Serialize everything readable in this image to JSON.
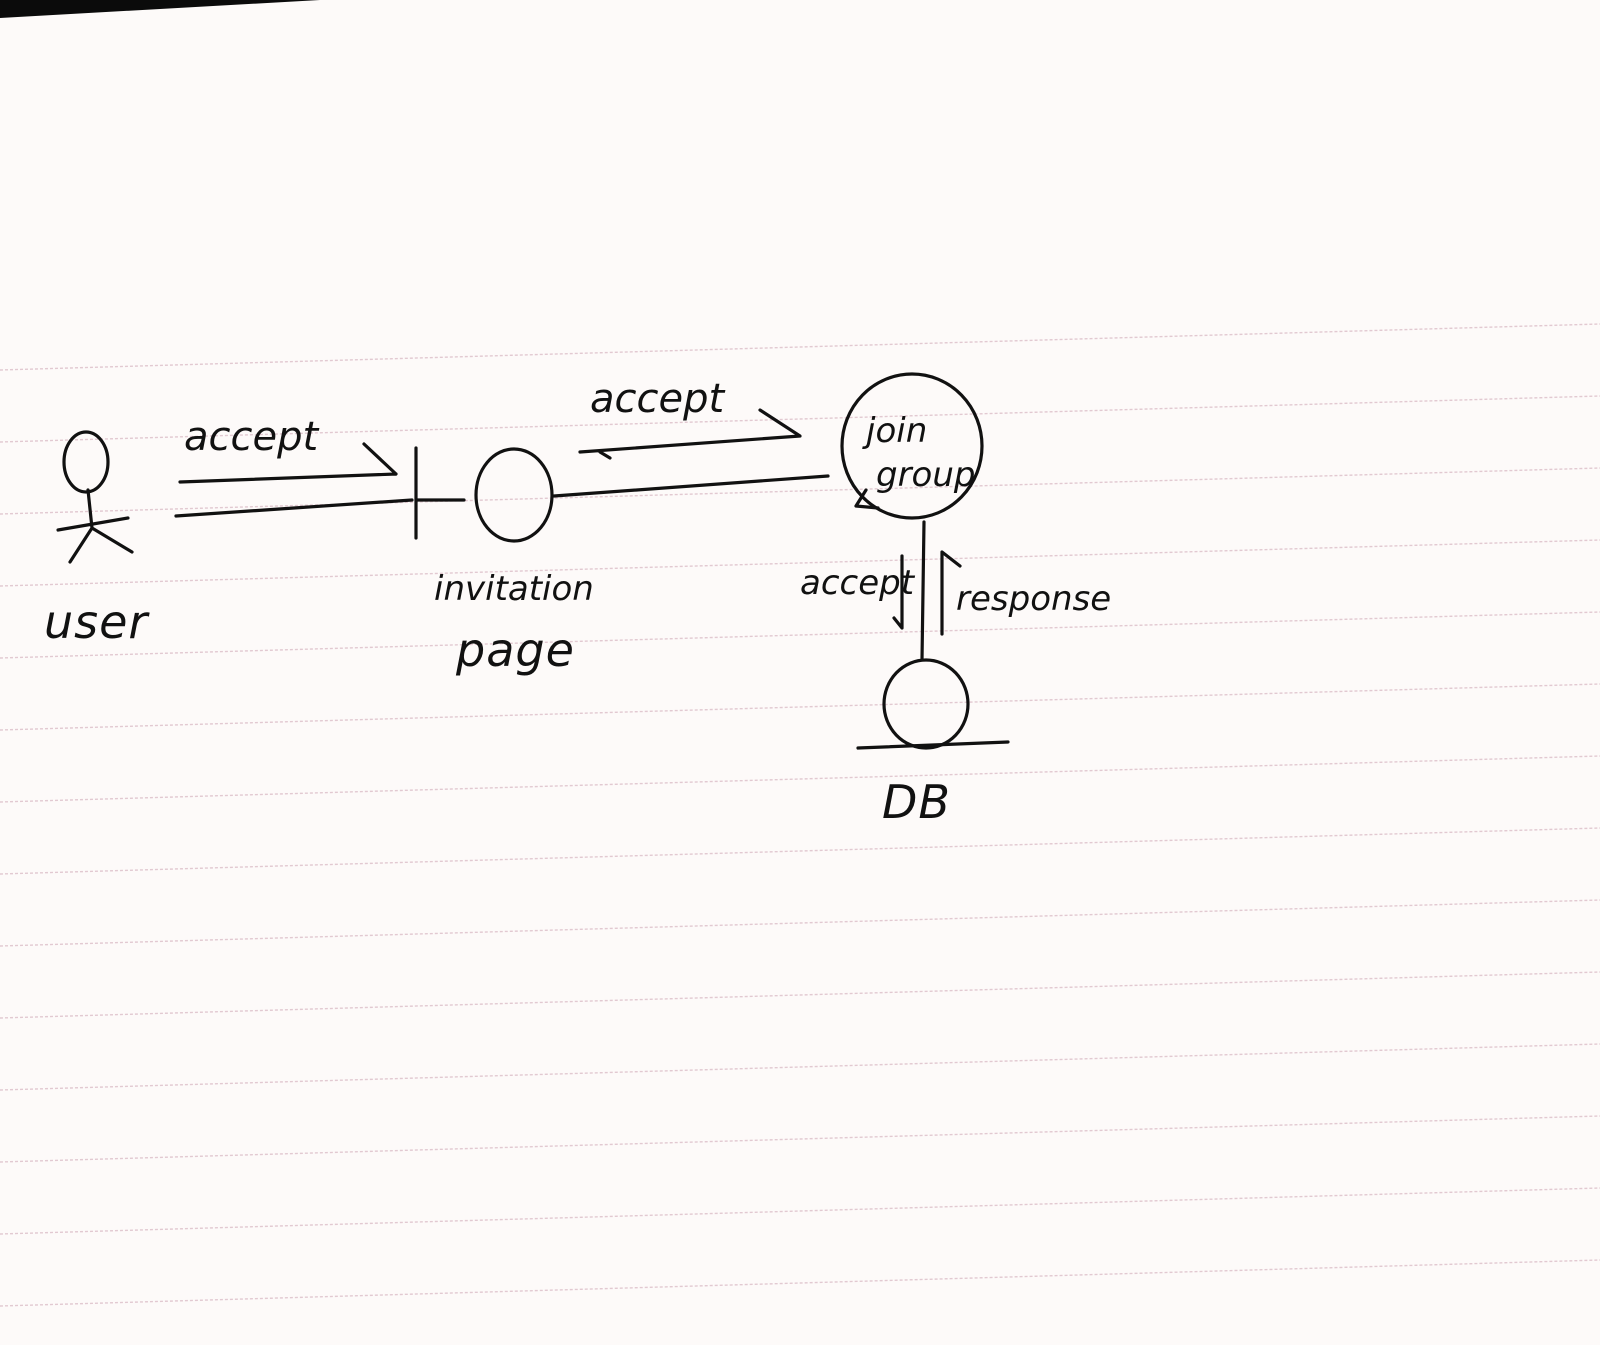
{
  "nodes": {
    "actor": {
      "label": "user",
      "kind": "actor"
    },
    "boundary": {
      "label_line1": "invitation",
      "label_line2": "page",
      "kind": "boundary"
    },
    "control": {
      "label_line1": "join",
      "label_line2": "group",
      "kind": "control"
    },
    "entity": {
      "label": "DB",
      "kind": "entity"
    }
  },
  "messages": {
    "user_to_page": "accept",
    "page_to_control": "accept",
    "control_to_db": "accept",
    "db_to_control": "response"
  },
  "paper": {
    "background": "#fdfaf9",
    "rule_color": "#d9b9c4",
    "ink_color": "#111111"
  }
}
